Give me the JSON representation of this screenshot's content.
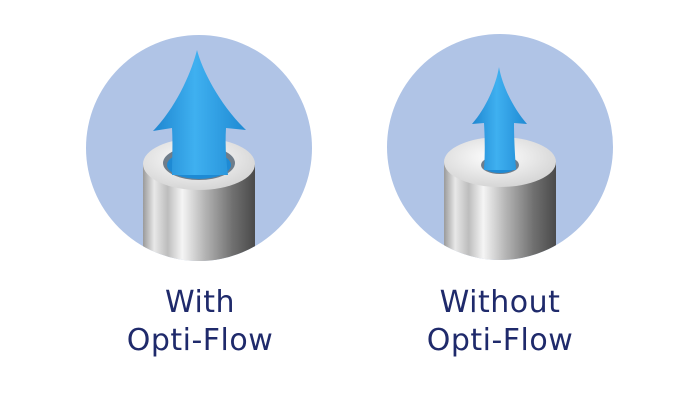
{
  "colors": {
    "circle_bg": "#b0c4e6",
    "arrow": "#2a9be0",
    "text": "#1f2a6b"
  },
  "panels": [
    {
      "id": "with",
      "caption_line1": "With",
      "caption_line2": "Opti-Flow",
      "illustration": "large-arrow-wide-pipe-opening"
    },
    {
      "id": "without",
      "caption_line1": "Without",
      "caption_line2": "Opti-Flow",
      "illustration": "small-arrow-narrow-pipe-opening"
    }
  ]
}
